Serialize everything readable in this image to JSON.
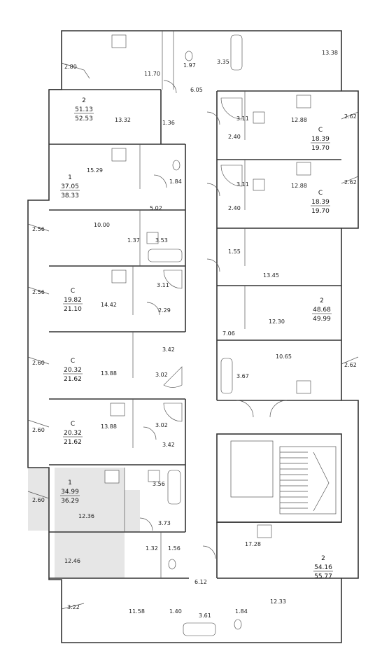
{
  "units": [
    {
      "id": "u1",
      "rooms": "2",
      "area_living": "51.13",
      "area_total": "52.53"
    },
    {
      "id": "u2",
      "rooms": "1",
      "area_living": "37.05",
      "area_total": "38.33"
    },
    {
      "id": "u3",
      "rooms": "С",
      "area_living": "19.82",
      "area_total": "21.10"
    },
    {
      "id": "u4",
      "rooms": "С",
      "area_living": "20.32",
      "area_total": "21.62"
    },
    {
      "id": "u5",
      "rooms": "С",
      "area_living": "20.32",
      "area_total": "21.62"
    },
    {
      "id": "u6",
      "rooms": "1",
      "area_living": "34.99",
      "area_total": "36.29"
    },
    {
      "id": "u7",
      "rooms": "С",
      "area_living": "18.39",
      "area_total": "19.70"
    },
    {
      "id": "u8",
      "rooms": "С",
      "area_living": "18.39",
      "area_total": "19.70"
    },
    {
      "id": "u9",
      "rooms": "2",
      "area_living": "48.68",
      "area_total": "49.99"
    },
    {
      "id": "u10",
      "rooms": "2",
      "area_living": "54.16",
      "area_total": "55.77"
    }
  ],
  "room_areas": [
    {
      "id": "a1",
      "value": "13.38"
    },
    {
      "id": "a2",
      "value": "2.80"
    },
    {
      "id": "a3",
      "value": "11.70"
    },
    {
      "id": "a4",
      "value": "1.97"
    },
    {
      "id": "a5",
      "value": "3.35"
    },
    {
      "id": "a6",
      "value": "6.05"
    },
    {
      "id": "a7",
      "value": "13.32"
    },
    {
      "id": "a8",
      "value": "1.36"
    },
    {
      "id": "a9",
      "value": "15.29"
    },
    {
      "id": "a10",
      "value": "1.84"
    },
    {
      "id": "a11",
      "value": "5.02"
    },
    {
      "id": "a12",
      "value": "2.56"
    },
    {
      "id": "a13",
      "value": "10.00"
    },
    {
      "id": "a14",
      "value": "1.37"
    },
    {
      "id": "a15",
      "value": "3.53"
    },
    {
      "id": "a16",
      "value": "2.56"
    },
    {
      "id": "a17",
      "value": "14.42"
    },
    {
      "id": "a18",
      "value": "3.11"
    },
    {
      "id": "a19",
      "value": "2.29"
    },
    {
      "id": "a20",
      "value": "3.42"
    },
    {
      "id": "a21",
      "value": "2.60"
    },
    {
      "id": "a22",
      "value": "13.88"
    },
    {
      "id": "a23",
      "value": "3.02"
    },
    {
      "id": "a24",
      "value": "2.60"
    },
    {
      "id": "a25",
      "value": "13.88"
    },
    {
      "id": "a26",
      "value": "3.02"
    },
    {
      "id": "a27",
      "value": "3.42"
    },
    {
      "id": "a28",
      "value": "3.56"
    },
    {
      "id": "a29",
      "value": "2.60"
    },
    {
      "id": "a30",
      "value": "12.36"
    },
    {
      "id": "a31",
      "value": "3.73"
    },
    {
      "id": "a32",
      "value": "12.46"
    },
    {
      "id": "a33",
      "value": "1.32"
    },
    {
      "id": "a34",
      "value": "1.56"
    },
    {
      "id": "a35",
      "value": "6.12"
    },
    {
      "id": "a36",
      "value": "3.22"
    },
    {
      "id": "a37",
      "value": "11.58"
    },
    {
      "id": "a38",
      "value": "1.40"
    },
    {
      "id": "a39",
      "value": "3.61"
    },
    {
      "id": "a40",
      "value": "1.84"
    },
    {
      "id": "a41",
      "value": "12.33"
    },
    {
      "id": "a42",
      "value": "3.11"
    },
    {
      "id": "a43",
      "value": "12.88"
    },
    {
      "id": "a44",
      "value": "2.62"
    },
    {
      "id": "a45",
      "value": "2.40"
    },
    {
      "id": "a46",
      "value": "3.11"
    },
    {
      "id": "a47",
      "value": "12.88"
    },
    {
      "id": "a48",
      "value": "2.62"
    },
    {
      "id": "a49",
      "value": "2.40"
    },
    {
      "id": "a50",
      "value": "1.55"
    },
    {
      "id": "a51",
      "value": "13.45"
    },
    {
      "id": "a52",
      "value": "12.30"
    },
    {
      "id": "a53",
      "value": "7.06"
    },
    {
      "id": "a54",
      "value": "10.65"
    },
    {
      "id": "a55",
      "value": "3.67"
    },
    {
      "id": "a56",
      "value": "2.62"
    },
    {
      "id": "a57",
      "value": "17.28"
    }
  ],
  "colors": {
    "highlight": "#e6e6e6",
    "wall": "#333333"
  },
  "icons": [
    "stove-icon",
    "sink-icon",
    "toilet-icon",
    "bathtub-icon",
    "shower-icon",
    "door-swing-icon",
    "staircase-icon",
    "elevator-icon"
  ]
}
